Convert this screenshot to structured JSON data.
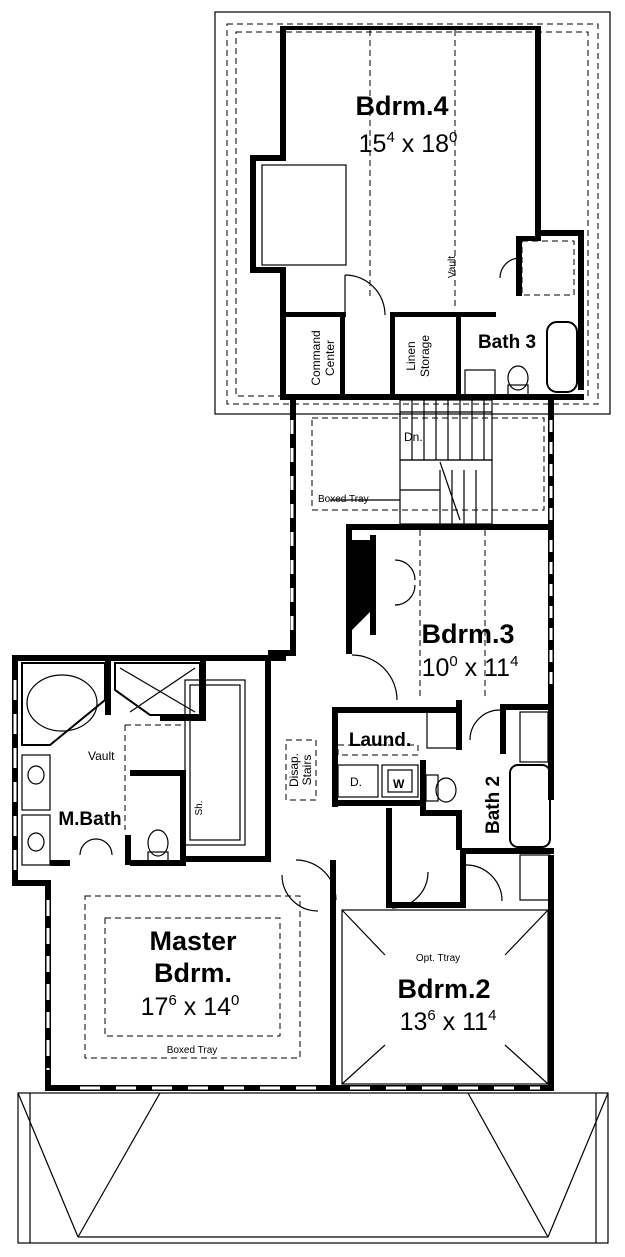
{
  "rooms": {
    "bdrm4": {
      "label": "Bdrm.4",
      "w_main": "15",
      "w_sup": "4",
      "sep": " x ",
      "l_main": "18",
      "l_sup": "0"
    },
    "bdrm3": {
      "label": "Bdrm.3",
      "w_main": "10",
      "w_sup": "0",
      "sep": " x ",
      "l_main": "11",
      "l_sup": "4"
    },
    "bdrm2": {
      "label": "Bdrm.2",
      "w_main": "13",
      "w_sup": "6",
      "sep": " x ",
      "l_main": "11",
      "l_sup": "4"
    },
    "master": {
      "label_line1": "Master",
      "label_line2": "Bdrm.",
      "w_main": "17",
      "w_sup": "6",
      "sep": " x ",
      "l_main": "14",
      "l_sup": "0"
    },
    "bath3": {
      "label": "Bath 3"
    },
    "bath2": {
      "label": "Bath 2"
    },
    "mbath": {
      "label": "M.Bath"
    },
    "laund": {
      "label": "Laund."
    }
  },
  "annotations": {
    "vault_bdrm4": "Vault",
    "vault_mbath": "Vault",
    "command_center_1": "Command",
    "command_center_2": "Center",
    "linen_1": "Linen",
    "linen_2": "Storage",
    "dn": "Dn.",
    "boxed_tray_hall": "Boxed Tray",
    "boxed_tray_master": "Boxed Tray",
    "opt_tray": "Opt. Ttray",
    "disap_1": "Disap.",
    "disap_2": "Stairs",
    "shower": "Sh.",
    "dryer": "D.",
    "washer": "W"
  }
}
